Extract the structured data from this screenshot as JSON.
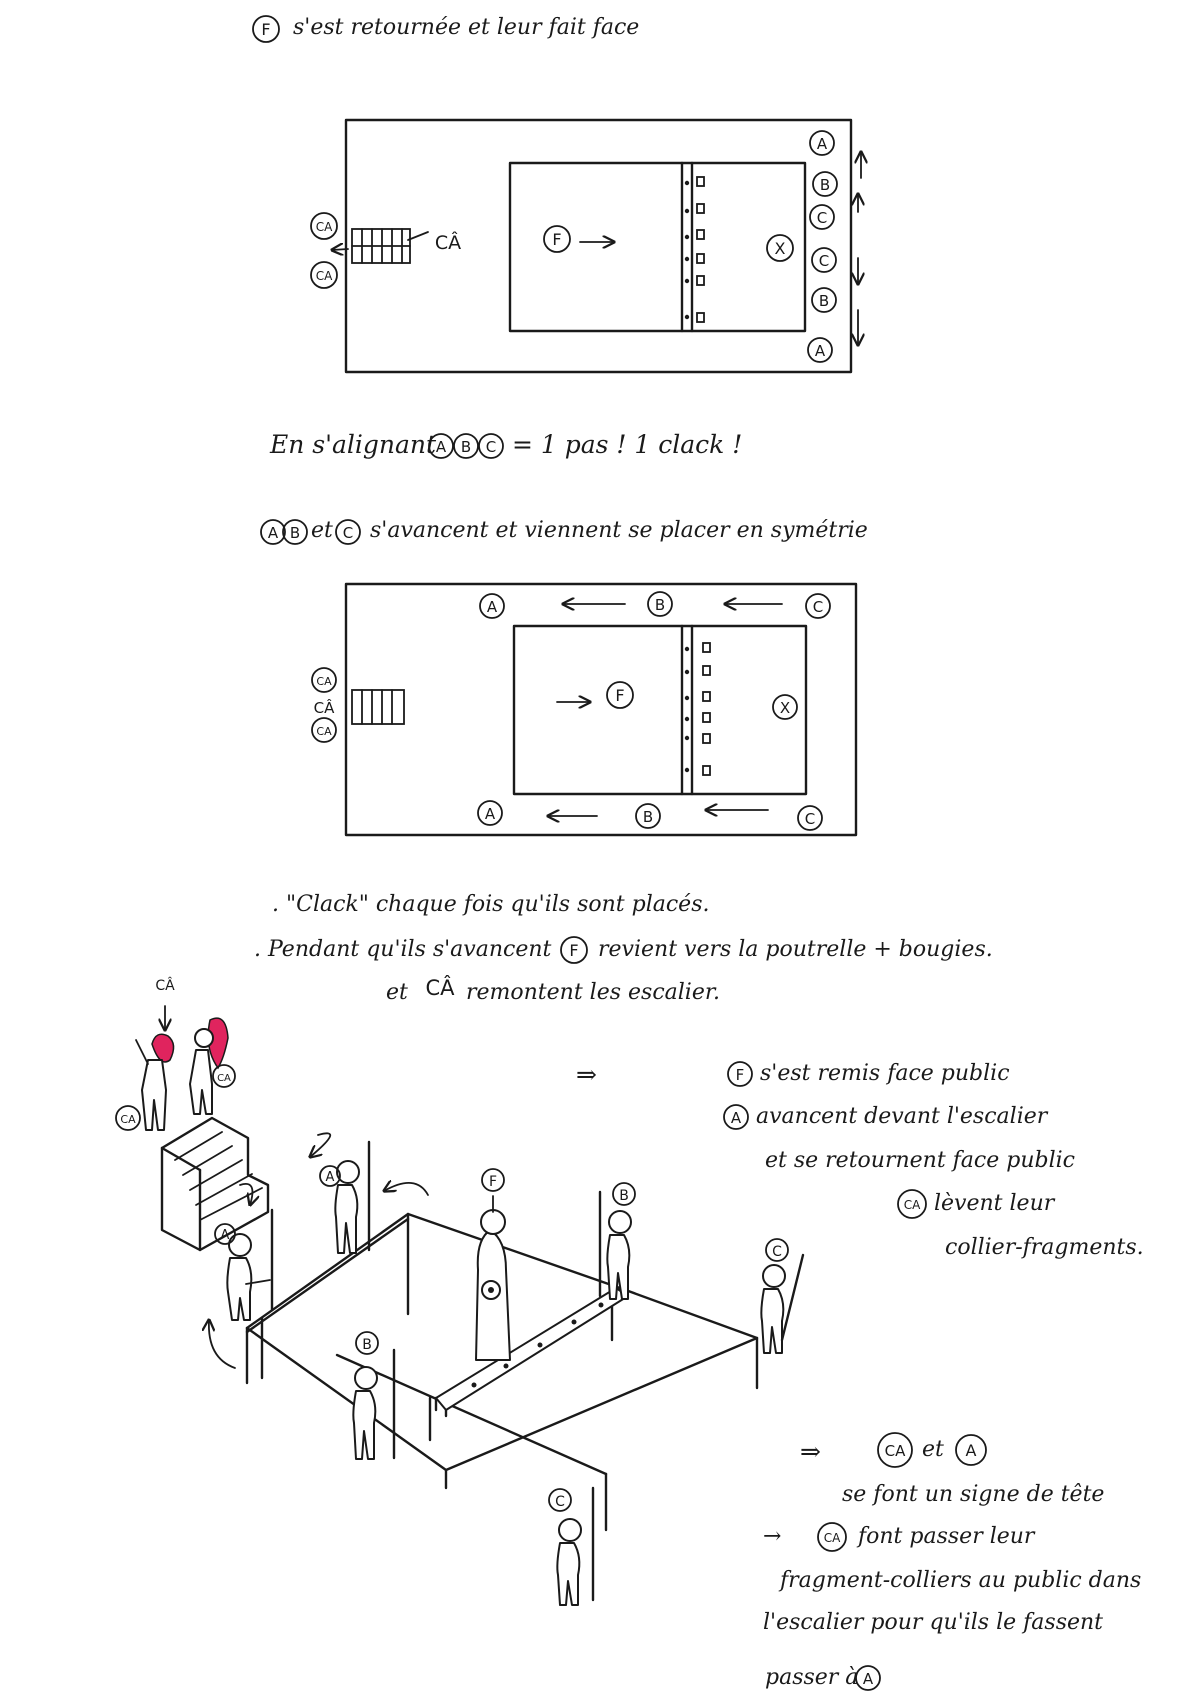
{
  "captions": {
    "top": "s'est retournée et leur fait face",
    "align_prefix": "En s'alignant",
    "align_suffix": "= 1 pas ! 1 clack !",
    "advance_join": "et",
    "advance": "s'avancent et viennent se placer en symétrie",
    "clack": ". \"Clack\" chaque fois qu'ils sont placés.",
    "pendant_prefix": ". Pendant qu'ils s'avancent",
    "pendant_suffix": "revient vers la poutrelle + bougies.",
    "remontent_prefix": "et",
    "remontent_suffix": "remontent les escalier.",
    "note1": "s'est remis face public",
    "note2": "avancent devant l'escalier",
    "note3": "et se retournent face public",
    "note4": "lèvent leur",
    "note5": "collier-fragments.",
    "sign_join": "et",
    "sign1": "se font un signe de tête",
    "sign2": "font passer leur",
    "sign3": "fragment-colliers au public dans",
    "sign4": "l'escalier pour qu'ils le fassent",
    "sign5": "passer à"
  },
  "symbols": {
    "f": "F",
    "a": "A",
    "b": "B",
    "c": "C",
    "x": "X",
    "ca": "CA",
    "ca_hat": "CÂ"
  },
  "arrows": {
    "right": "→",
    "double_right": "⇒"
  },
  "colors": {
    "ink": "#1a1a1a",
    "hair": "#e0245e",
    "paper": "#ffffff"
  }
}
